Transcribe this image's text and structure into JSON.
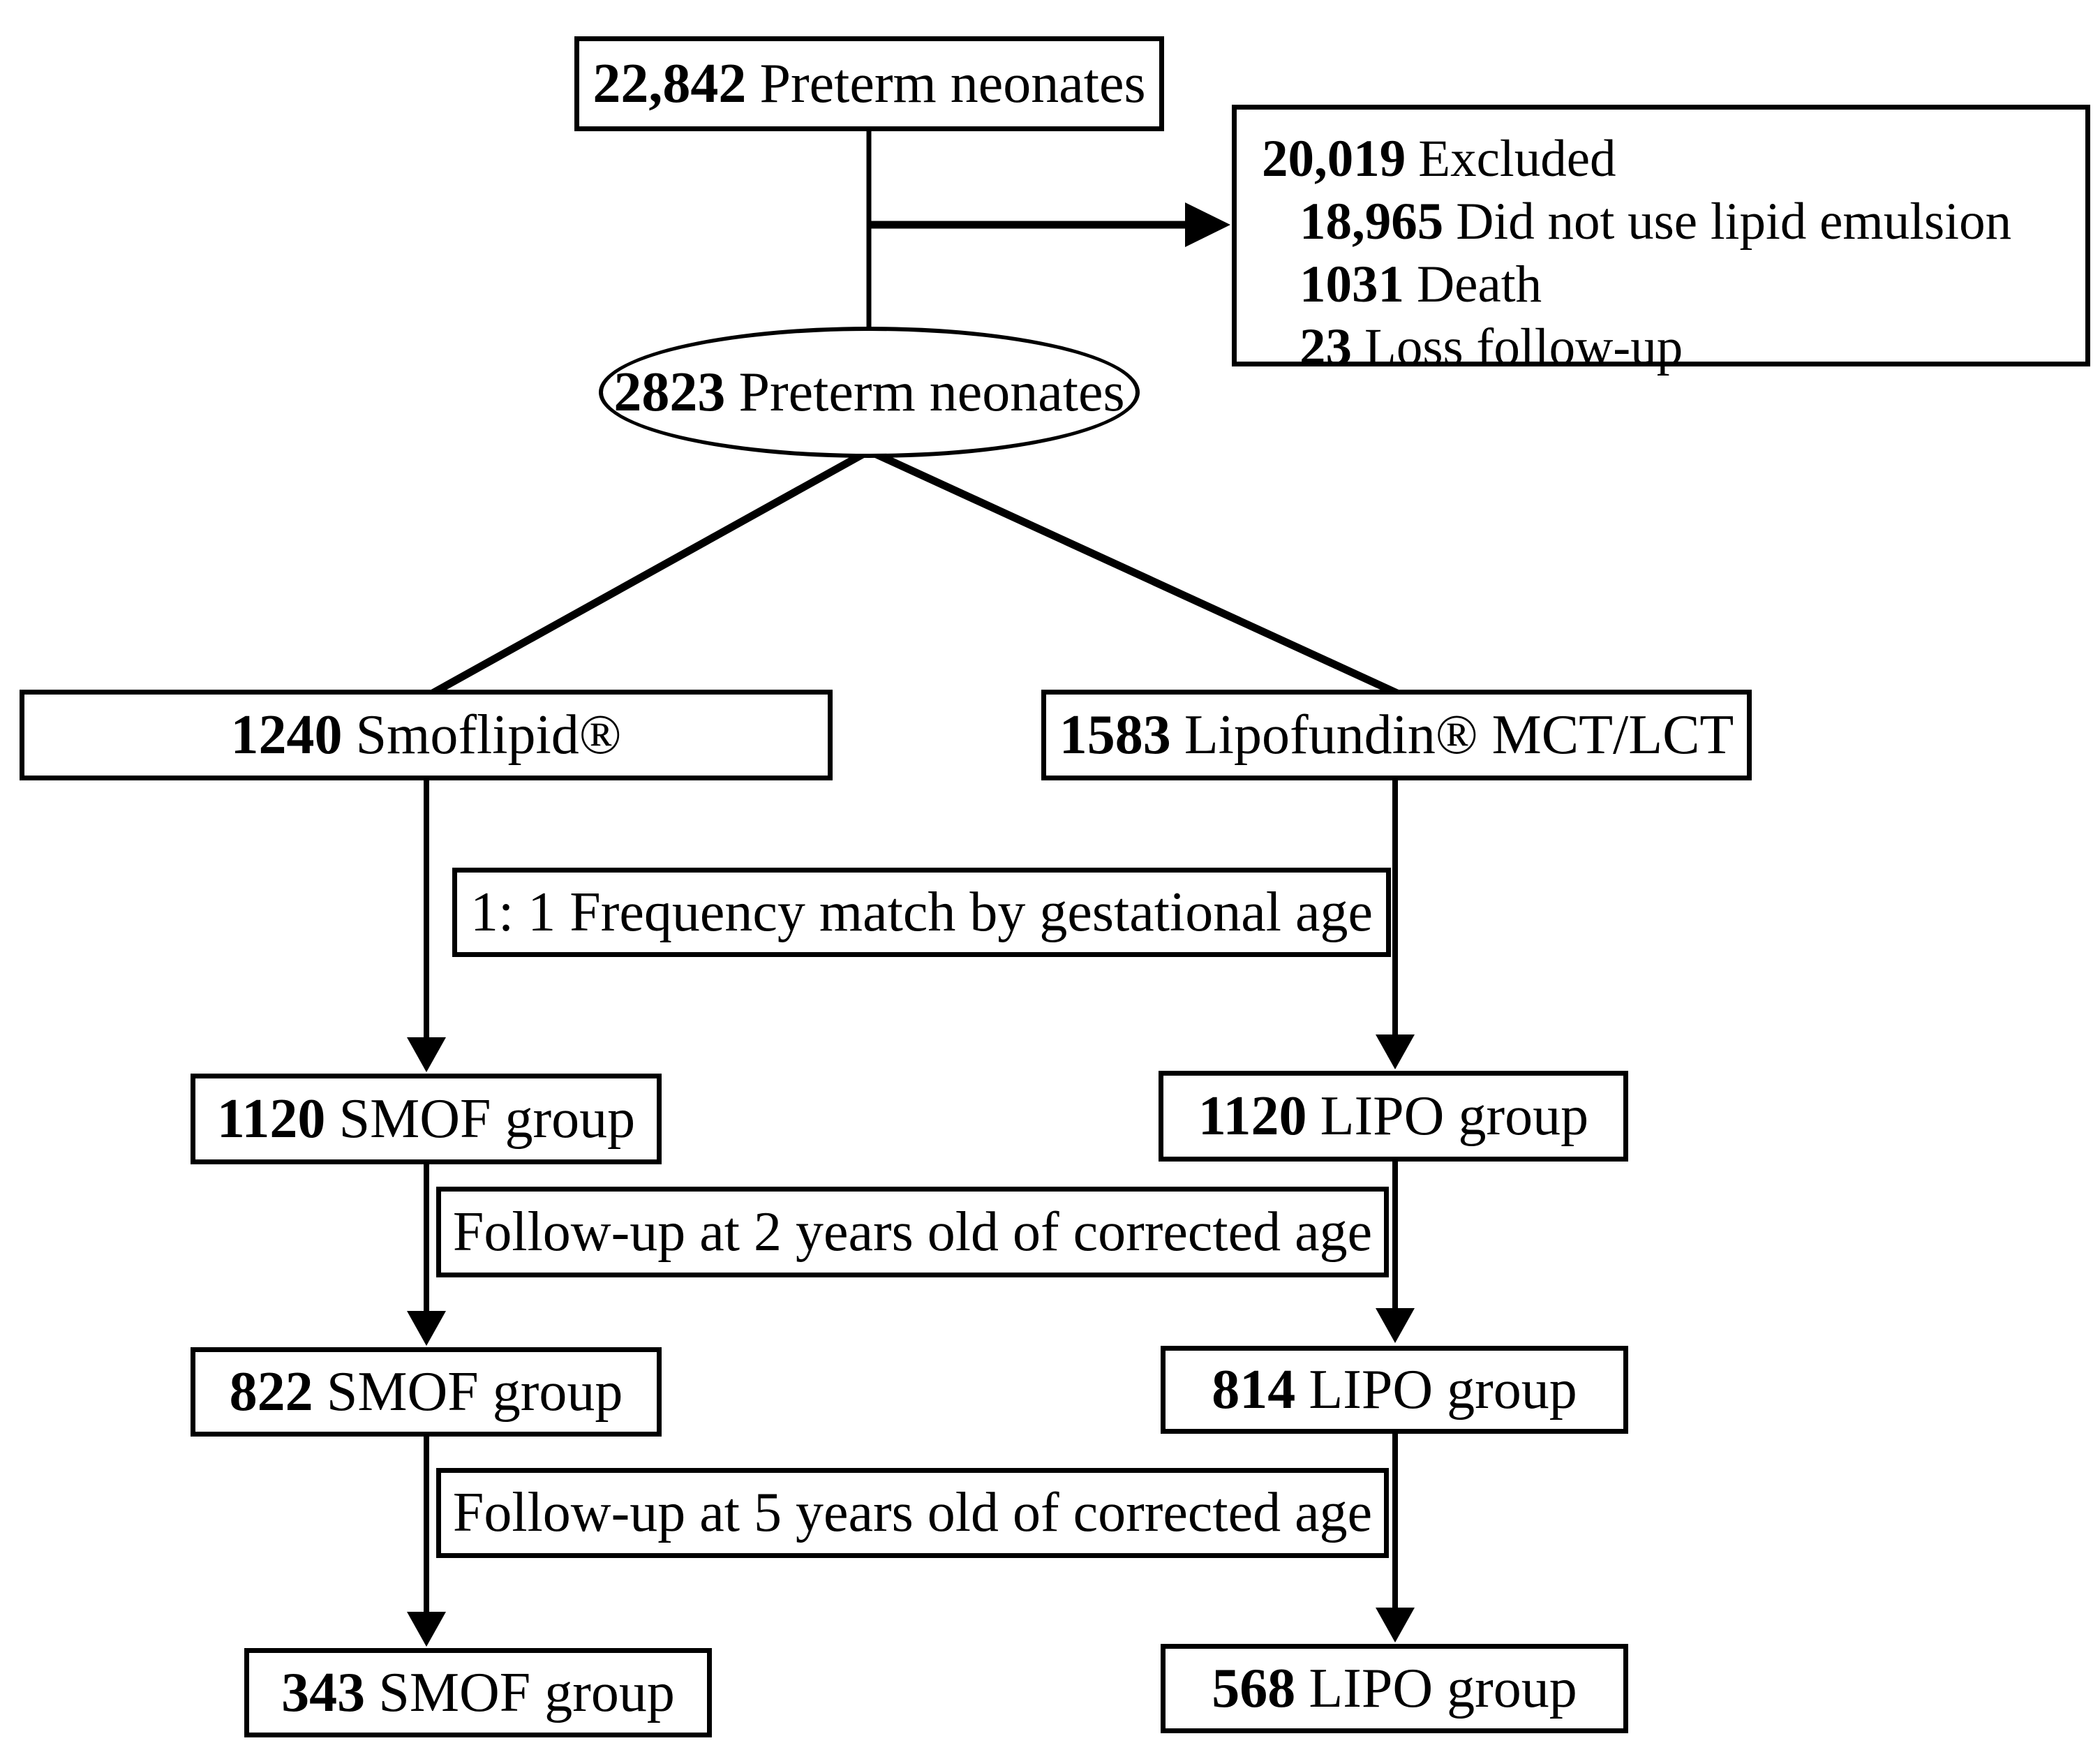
{
  "diagram": {
    "background": "#ffffff",
    "line_color": "#000000",
    "text_color": "#000000",
    "nodes": {
      "total": {
        "count": "22,842",
        "label": "Preterm neonates"
      },
      "excluded": {
        "count": "20,019",
        "label": "Excluded",
        "reasons": [
          {
            "count": "18,965",
            "label": "Did not use lipid emulsion"
          },
          {
            "count": "1031",
            "label": "Death"
          },
          {
            "count": "23",
            "label": "Loss follow-up"
          }
        ]
      },
      "eligible": {
        "count": "2823",
        "label": "Preterm neonates"
      },
      "smoflipid": {
        "count": "1240",
        "label": "Smoflipid®"
      },
      "lipofundin": {
        "count": "1583",
        "label": "Lipofundin® MCT/LCT"
      },
      "match_step": {
        "label": "1: 1 Frequency match by gestational age"
      },
      "smof_matched": {
        "count": "1120",
        "label": "SMOF group"
      },
      "lipo_matched": {
        "count": "1120",
        "label": "LIPO group"
      },
      "followup_2y": {
        "label": "Follow-up at 2 years old of corrected age"
      },
      "smof_2y": {
        "count": "822",
        "label": "SMOF group"
      },
      "lipo_2y": {
        "count": "814",
        "label": "LIPO group"
      },
      "followup_5y": {
        "label": "Follow-up at 5 years old of corrected age"
      },
      "smof_5y": {
        "count": "343",
        "label": "SMOF group"
      },
      "lipo_5y": {
        "count": "568",
        "label": "LIPO group"
      }
    }
  }
}
